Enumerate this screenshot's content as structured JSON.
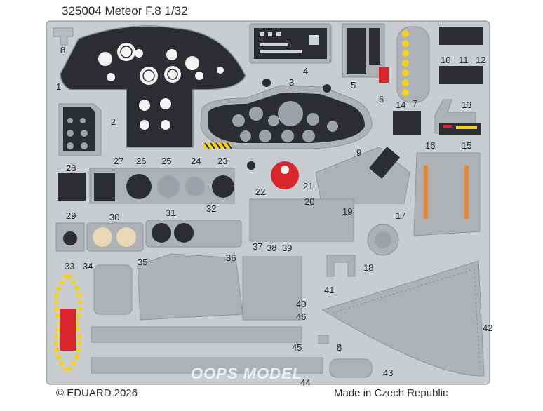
{
  "sheet": {
    "title": "325004 Meteor F.8 1/32",
    "copyright": "© EDUARD 2026",
    "origin": "Made in Czech Republic",
    "watermark": "OOPS MODEL",
    "part_numbers": [
      "8",
      "1",
      "2",
      "3",
      "4",
      "5",
      "6",
      "7",
      "10",
      "11",
      "12",
      "13",
      "14",
      "15",
      "16",
      "9",
      "27",
      "26",
      "25",
      "24",
      "23",
      "28",
      "22",
      "21",
      "20",
      "19",
      "17",
      "29",
      "30",
      "31",
      "32",
      "33",
      "34",
      "35",
      "36",
      "37",
      "38",
      "39",
      "18",
      "41",
      "40",
      "46",
      "42",
      "45",
      "8",
      "43",
      "44"
    ],
    "colors": {
      "fret": "#c9ccd0",
      "fret_edge": "#9da2a8",
      "panel_dark": "#2b2d30",
      "dial": "#f2f2f2",
      "yellow": "#f4d21c",
      "red": "#d8262c",
      "orange": "#e08a3c"
    }
  }
}
